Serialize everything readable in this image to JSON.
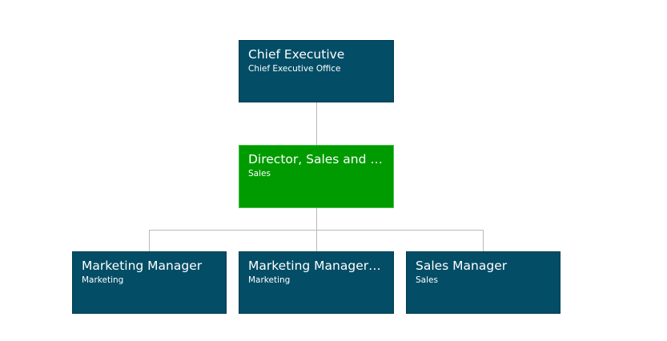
{
  "colors": {
    "node_default": "#034d66",
    "node_selected": "#009b00",
    "connector": "#b9b9b9"
  },
  "org_chart": {
    "root": {
      "title": "Chief Executive",
      "department": "Chief Executive Office"
    },
    "level2": {
      "title": "Director, Sales and Ma...",
      "department": "Sales"
    },
    "level3": [
      {
        "title": "Marketing Manager",
        "department": "Marketing"
      },
      {
        "title": "Marketing Manager (F...",
        "department": "Marketing"
      },
      {
        "title": "Sales Manager",
        "department": "Sales"
      }
    ]
  }
}
